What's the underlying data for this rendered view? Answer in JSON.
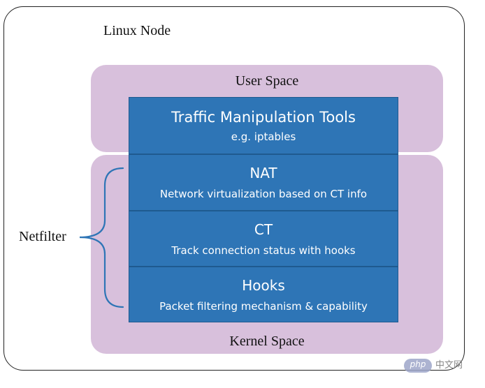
{
  "node": {
    "label": "Linux Node"
  },
  "user_space": {
    "label": "User Space"
  },
  "kernel_space": {
    "label": "Kernel Space"
  },
  "blocks": [
    {
      "title": "Traffic Manipulation Tools",
      "subtitle": "e.g. iptables"
    },
    {
      "title": "NAT",
      "subtitle": "Network virtualization based on CT info"
    },
    {
      "title": "CT",
      "subtitle": "Track connection status with hooks"
    },
    {
      "title": "Hooks",
      "subtitle": "Packet filtering mechanism & capability"
    }
  ],
  "netfilter": {
    "label": "Netfilter"
  },
  "watermark": {
    "badge": "php",
    "text": "中文网"
  },
  "colors": {
    "block_fill": "#2e75b6",
    "space_fill": "#d8c0dc",
    "brace_stroke": "#2e75b6"
  }
}
